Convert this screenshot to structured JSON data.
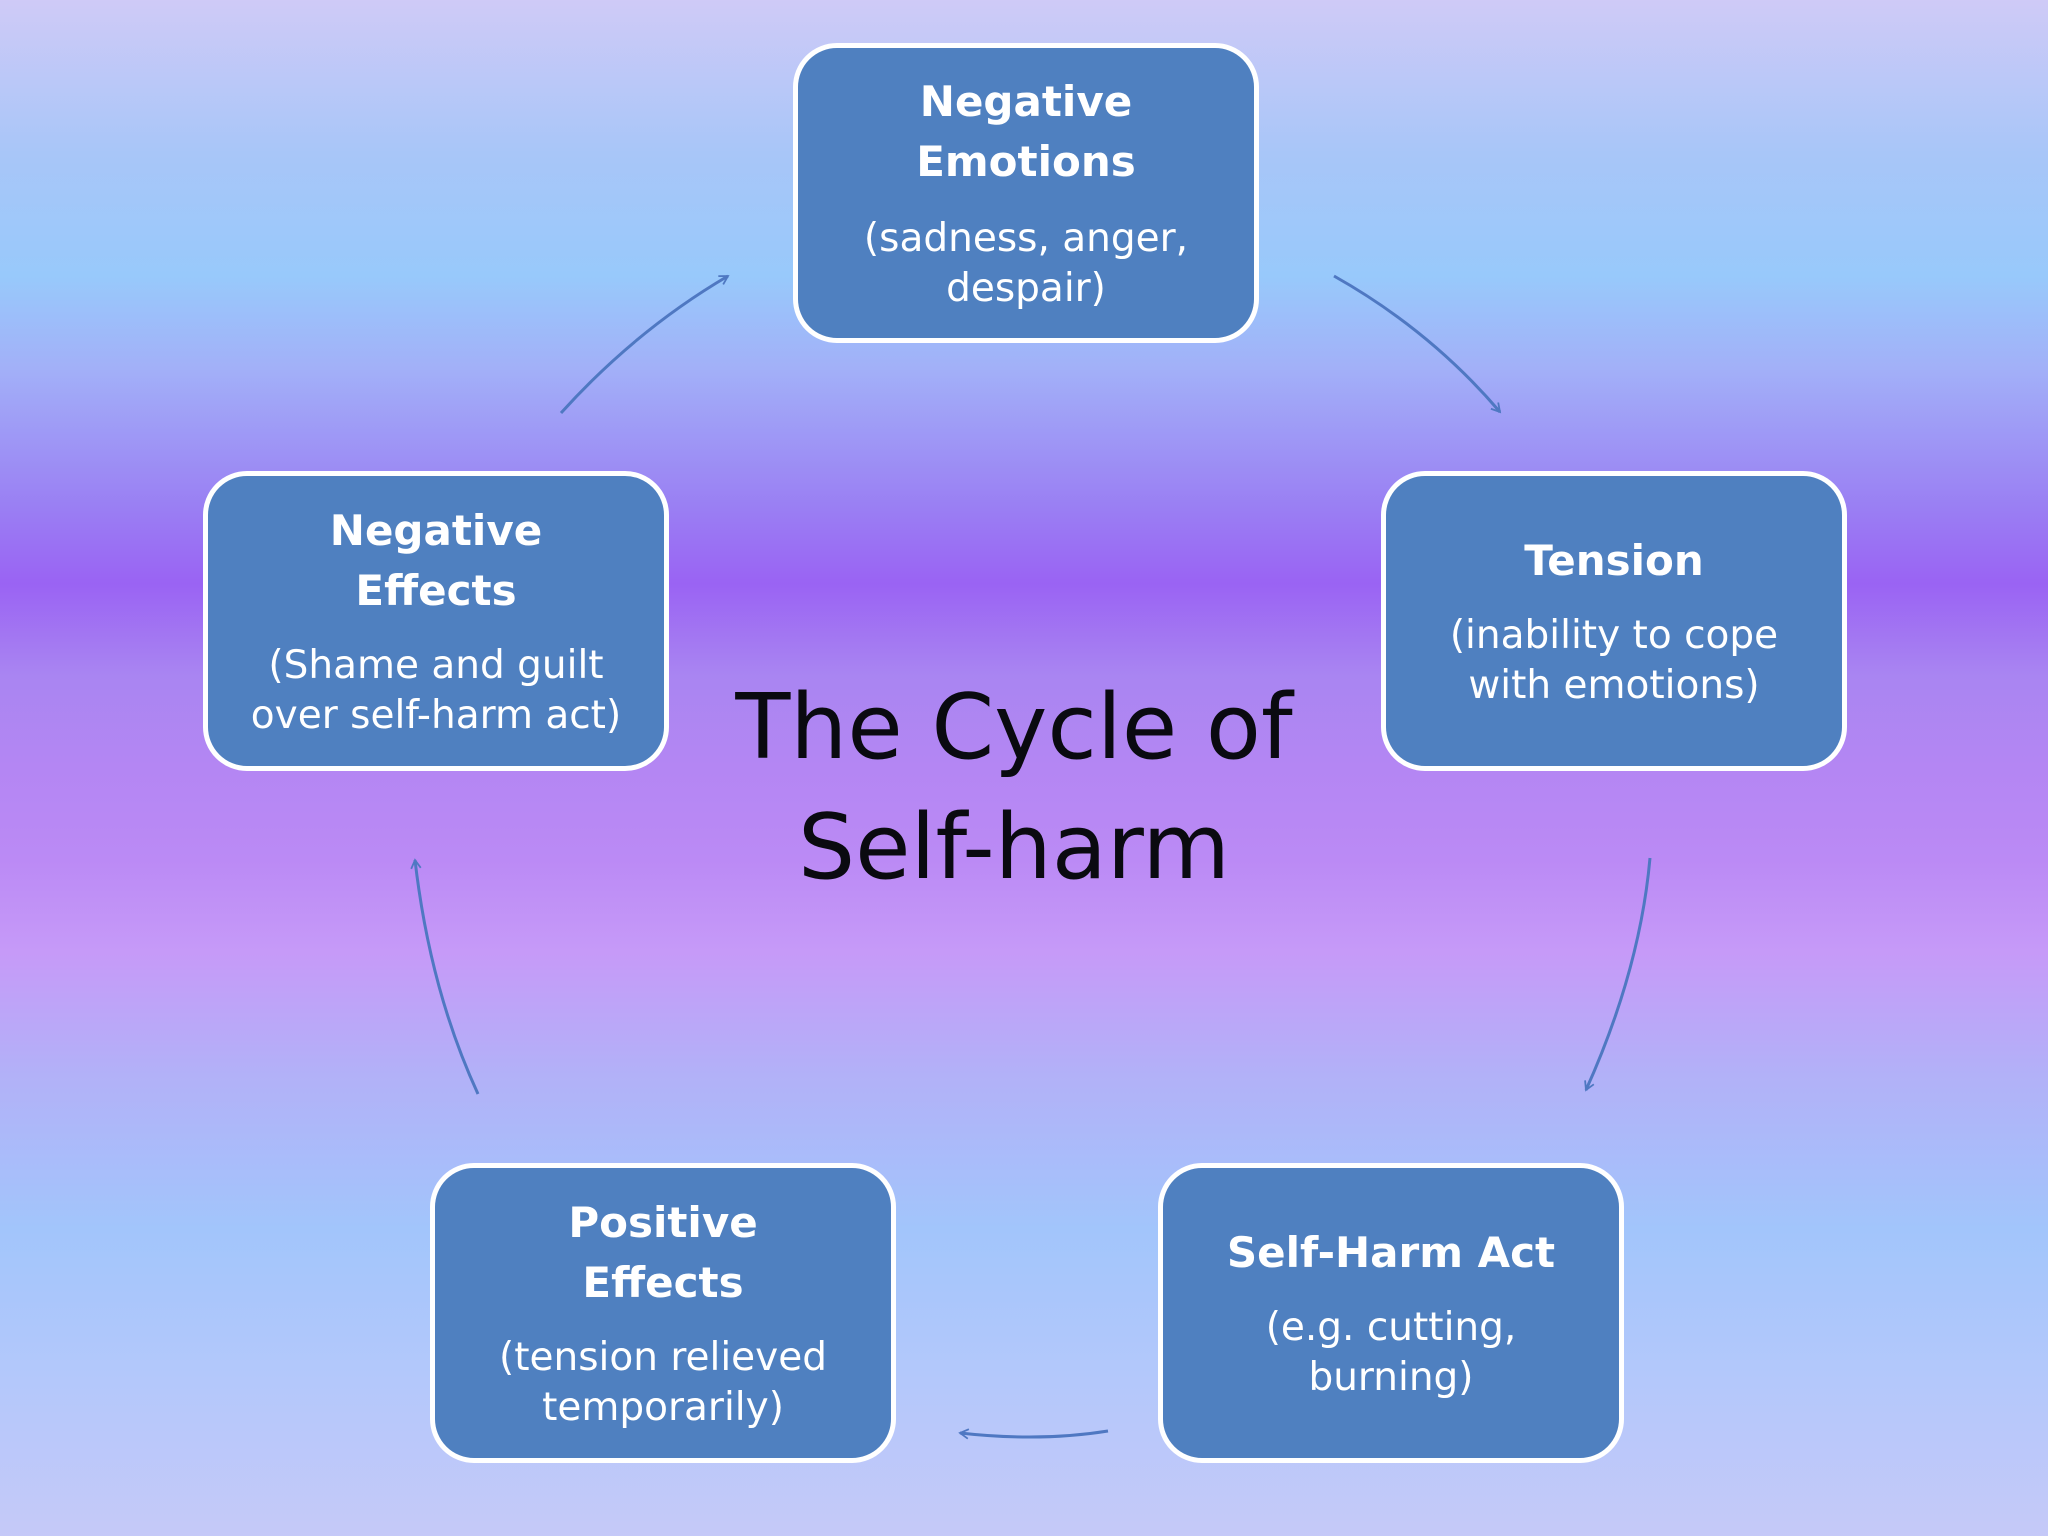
{
  "diagram": {
    "title_line1": "The Cycle of",
    "title_line2": "Self-harm",
    "nodes": [
      {
        "title": "Negative Emotions",
        "desc": "(sadness, anger, despair)"
      },
      {
        "title": "Tension",
        "desc": "(inability to cope with emotions)"
      },
      {
        "title": "Self-Harm Act",
        "desc": "(e.g. cutting, burning)"
      },
      {
        "title": "Positive Effects",
        "desc": "(tension relieved temporarily)"
      },
      {
        "title": "Negative Effects",
        "desc": "(Shame and guilt over self-harm act)"
      }
    ],
    "colors": {
      "node_fill": "#4f80c0",
      "node_border": "#ffffff",
      "arrow": "#4f78c2",
      "title_text": "#0a0a10"
    }
  }
}
